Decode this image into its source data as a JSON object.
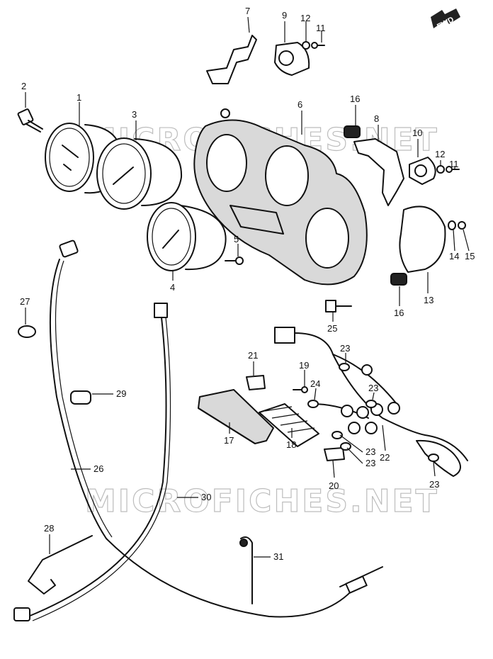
{
  "watermark": "MICROFICHES.NET",
  "direction_badge": "FWD",
  "callouts": [
    {
      "id": "c7",
      "text": "7"
    },
    {
      "id": "c9",
      "text": "9"
    },
    {
      "id": "c12a",
      "text": "12"
    },
    {
      "id": "c11a",
      "text": "11"
    },
    {
      "id": "c2",
      "text": "2"
    },
    {
      "id": "c1",
      "text": "1"
    },
    {
      "id": "c3",
      "text": "3"
    },
    {
      "id": "c6",
      "text": "6"
    },
    {
      "id": "c16a",
      "text": "16"
    },
    {
      "id": "c8",
      "text": "8"
    },
    {
      "id": "c10",
      "text": "10"
    },
    {
      "id": "c12b",
      "text": "12"
    },
    {
      "id": "c11b",
      "text": "11"
    },
    {
      "id": "c5",
      "text": "5"
    },
    {
      "id": "c14",
      "text": "14"
    },
    {
      "id": "c15",
      "text": "15"
    },
    {
      "id": "c4",
      "text": "4"
    },
    {
      "id": "c13",
      "text": "13"
    },
    {
      "id": "c16b",
      "text": "16"
    },
    {
      "id": "c27",
      "text": "27"
    },
    {
      "id": "c25",
      "text": "25"
    },
    {
      "id": "c23a",
      "text": "23"
    },
    {
      "id": "c21",
      "text": "21"
    },
    {
      "id": "c19",
      "text": "19"
    },
    {
      "id": "c24",
      "text": "24"
    },
    {
      "id": "c23b",
      "text": "23"
    },
    {
      "id": "c29",
      "text": "29"
    },
    {
      "id": "c17",
      "text": "17"
    },
    {
      "id": "c18",
      "text": "18"
    },
    {
      "id": "c23c",
      "text": "23"
    },
    {
      "id": "c23d",
      "text": "23"
    },
    {
      "id": "c22",
      "text": "22"
    },
    {
      "id": "c26",
      "text": "26"
    },
    {
      "id": "c20",
      "text": "20"
    },
    {
      "id": "c23e",
      "text": "23"
    },
    {
      "id": "c30",
      "text": "30"
    },
    {
      "id": "c28",
      "text": "28"
    },
    {
      "id": "c31",
      "text": "31"
    }
  ]
}
